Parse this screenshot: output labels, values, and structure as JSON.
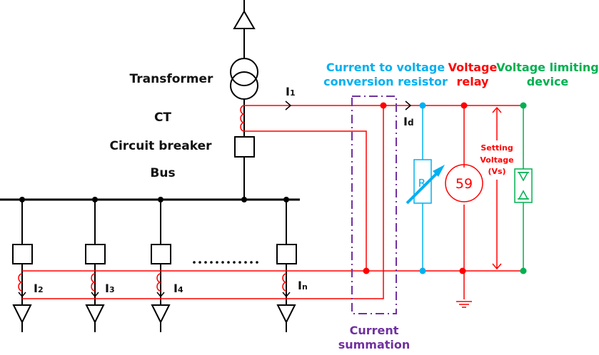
{
  "labels": {
    "transformer": "Transformer",
    "ct": "CT",
    "circuit_breaker": "Circuit breaker",
    "bus": "Bus",
    "resistor_line1": "Current to voltage",
    "resistor_line2": "conversion resistor",
    "relay_line1": "Voltage",
    "relay_line2": "relay",
    "limiter_line1": "Voltage limiting",
    "limiter_line2": "device",
    "setting_line1": "Setting",
    "setting_line2": "Voltage",
    "setting_line3": "(Vs)",
    "summation_line1": "Current",
    "summation_line2": "summation",
    "resistor_symbol": "R",
    "relay_number": "59",
    "ellipsis": "…………"
  },
  "currents": {
    "i1": {
      "main": "I",
      "sub": "1"
    },
    "id": {
      "main": "I",
      "sub": "d"
    },
    "i2": {
      "main": "I",
      "sub": "2"
    },
    "i3": {
      "main": "I",
      "sub": "3"
    },
    "i4": {
      "main": "I",
      "sub": "4"
    },
    "in": {
      "main": "I",
      "sub": "n"
    }
  },
  "colors": {
    "wire": "#000000",
    "ct_circuit": "#ff0000",
    "resistor": "#00b0f0",
    "relay": "#ff0000",
    "limiter": "#00b050",
    "summation": "#7030a0"
  }
}
